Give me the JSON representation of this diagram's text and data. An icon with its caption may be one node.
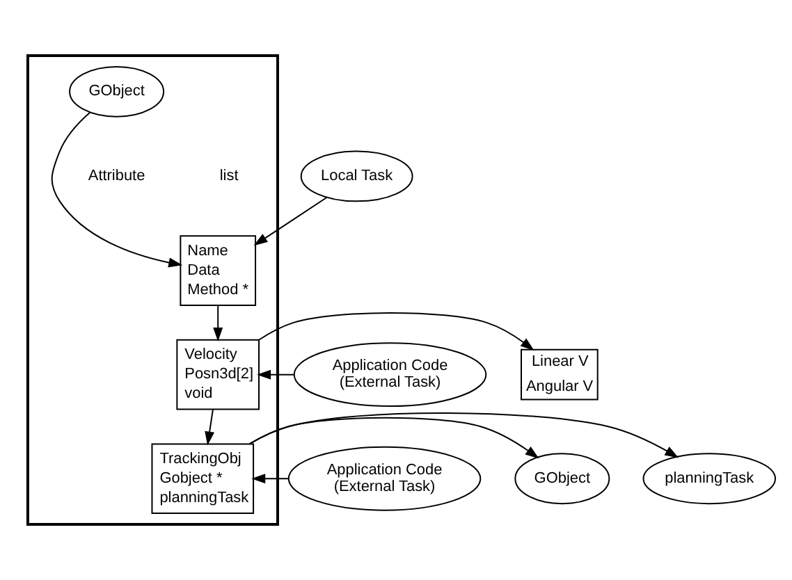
{
  "diagram": {
    "nodes": [
      {
        "text": [],
        "shape": "box"
      },
      {
        "text": [
          "GObject"
        ],
        "in": 0
      },
      {
        "text": [
          "Local Task"
        ]
      },
      {
        "text": [
          "Name",
          "Data",
          "Method *"
        ],
        "in": 0
      },
      {
        "text": [
          "Application Code (External Task)"
        ]
      },
      {
        "text": [
          "Velocity",
          "Posn3d[2]",
          "void"
        ],
        "in": 0
      },
      {
        "text": [
          "Linear V",
          "Angular V"
        ]
      },
      {
        "text": [
          "Application Code (External Task)"
        ]
      },
      {
        "text": [
          "TrackingObj",
          "Gobject *",
          "planningTask"
        ],
        "in": 0
      },
      {
        "text": [
          "GObject"
        ]
      },
      {
        "text": [
          "planningTask"
        ]
      }
    ],
    "edges": [
      {
        "from": 1,
        "to": 3,
        "arrow": "to"
      },
      {
        "from": 2,
        "to": 3,
        "arrow": "to"
      },
      {
        "from": 3,
        "to": 5,
        "arrow": "to"
      },
      {
        "from": 4,
        "to": 5,
        "arrow": "to"
      },
      {
        "from": 5,
        "to": 6,
        "arrow": "to"
      },
      {
        "from": 5,
        "to": 8,
        "arrow": "to"
      },
      {
        "from": 7,
        "to": 8,
        "arrow": "to"
      },
      {
        "from": 8,
        "to": 9,
        "arrow": "to"
      },
      {
        "from": 8,
        "to": 10,
        "arrow": "to"
      }
    ],
    "labels": [
      "Attribute",
      "list"
    ]
  }
}
